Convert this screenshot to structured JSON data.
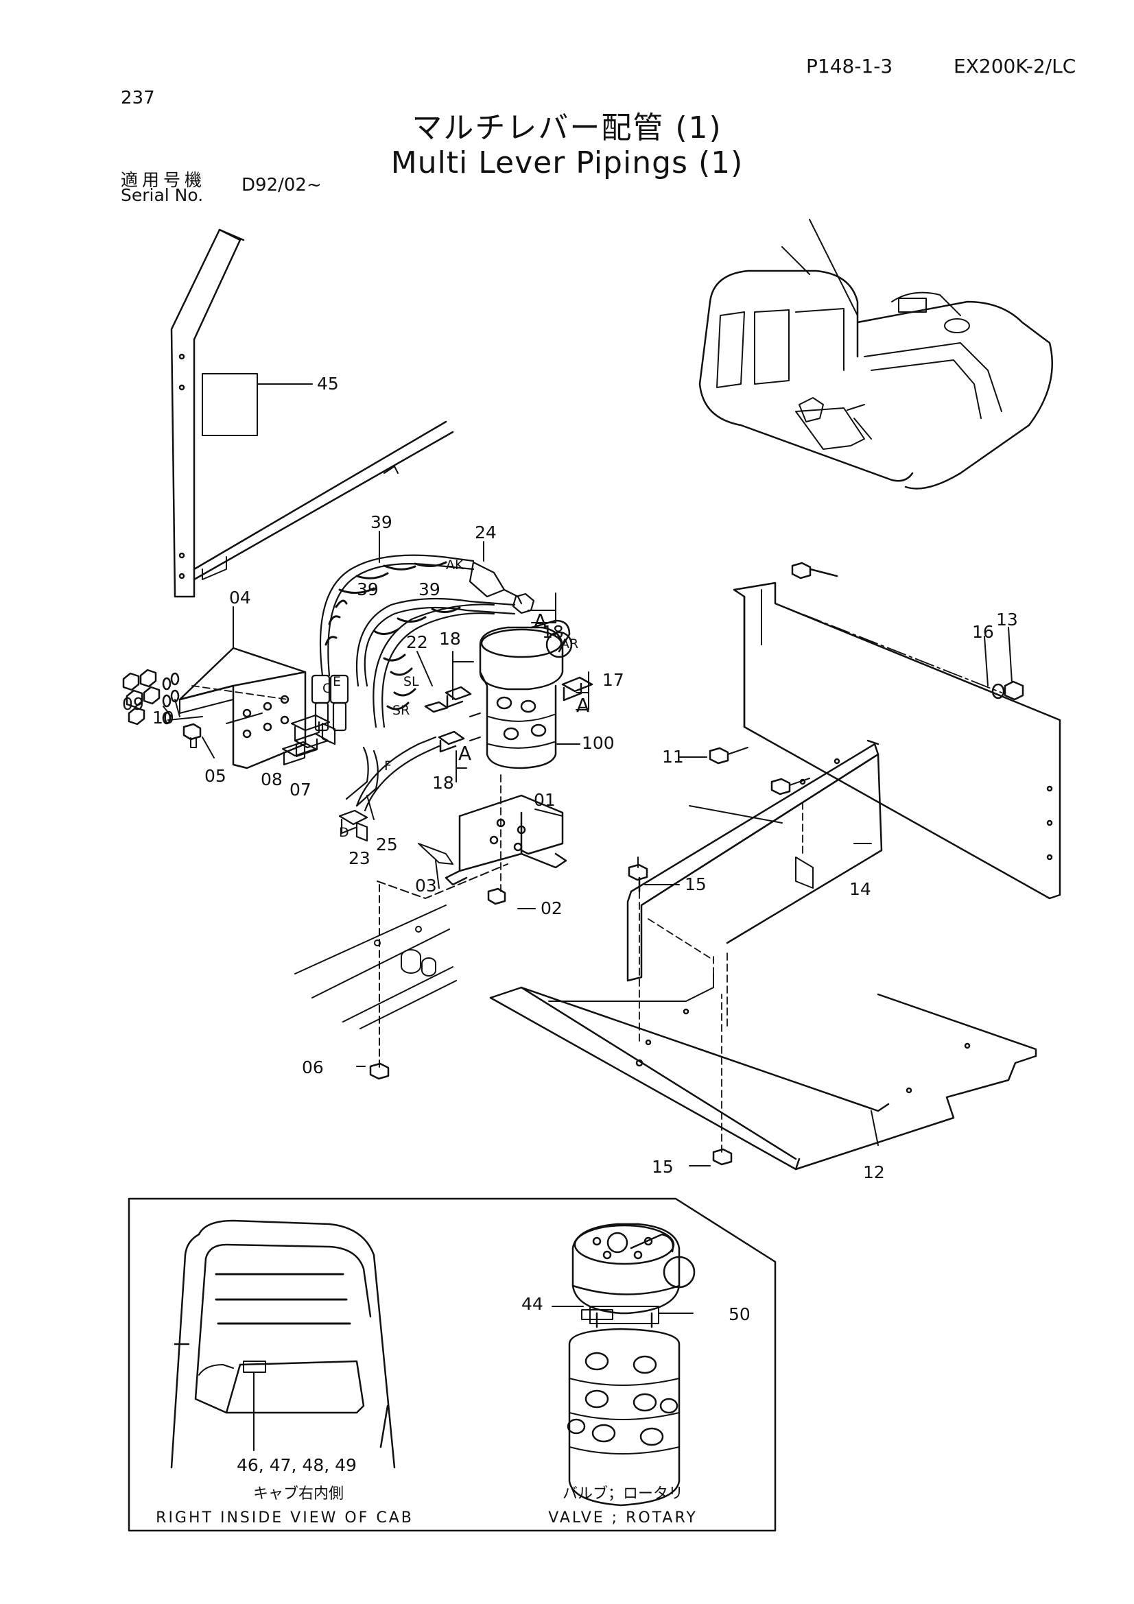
{
  "header": {
    "page_ref": "P148-1-3",
    "model": "EX200K-2/LC",
    "page_number": "237",
    "title_jp": "マルチレバー配管 (1)",
    "title_en": "Multi Lever Pipings (1)",
    "serial_label_jp": "適用号機",
    "serial_label_en": "Serial No.",
    "serial_value": "D92/02~"
  },
  "callouts": [
    "45",
    "39",
    "24",
    "39",
    "39",
    "18",
    "04",
    "16",
    "13",
    "09",
    "10",
    "05",
    "22",
    "18",
    "AK",
    "A",
    "AR",
    "17",
    "A",
    "SL",
    "SR",
    "C",
    "E",
    "08",
    "07",
    "F",
    "D",
    "23",
    "25",
    "A",
    "18",
    "100",
    "11",
    "01",
    "03",
    "02",
    "15",
    "14",
    "06",
    "15",
    "12",
    "44",
    "50",
    "46, 47, 48, 49"
  ],
  "inset": {
    "left_caption_jp": "キャブ右内側",
    "left_caption_en": "RIGHT INSIDE VIEW OF CAB",
    "right_caption_jp": "バルブ；ロータリ",
    "right_caption_en": "VALVE ; ROTARY"
  }
}
